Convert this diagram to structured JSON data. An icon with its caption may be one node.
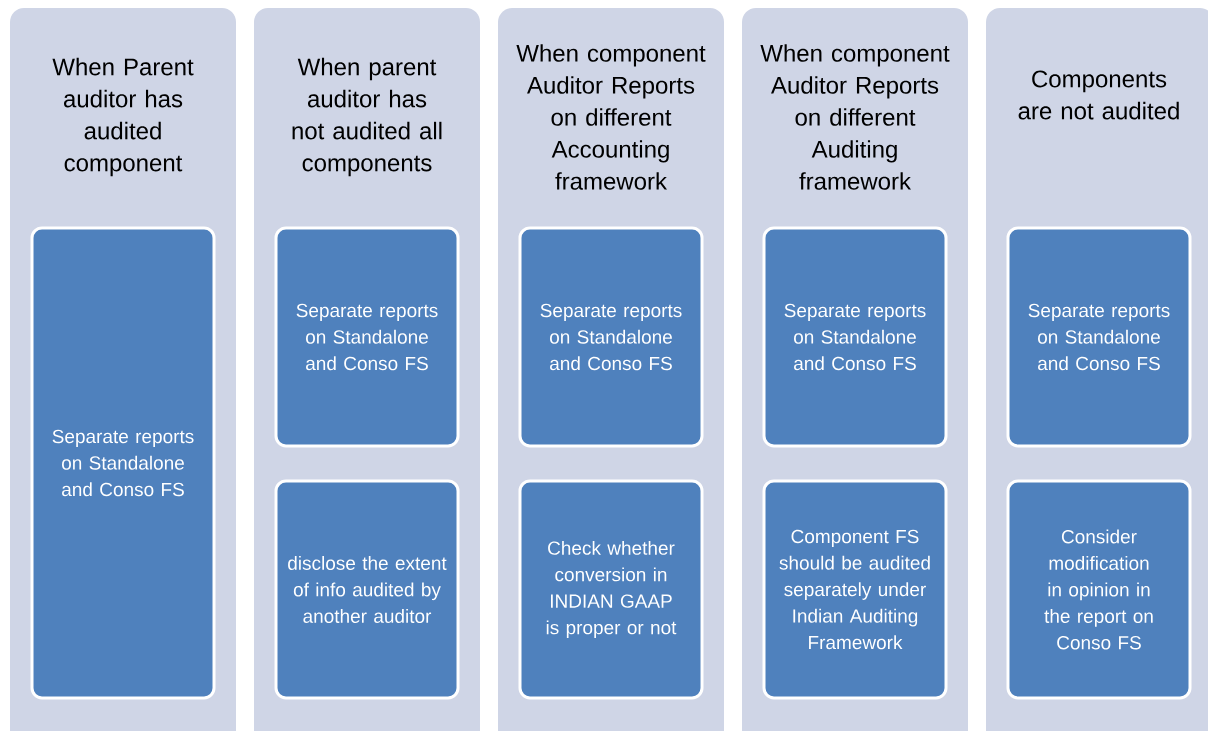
{
  "diagram": {
    "nodes": [
      {
        "text": [
          "When Parent auditor has audited component"
        ]
      },
      {
        "text": [
          "Separate reports on Standalone and Conso FS"
        ],
        "in": 0
      },
      {
        "text": [
          "When parent auditor has not audited all components"
        ]
      },
      {
        "text": [
          "Separate reports on Standalone and Conso FS"
        ],
        "in": 2
      },
      {
        "text": [
          "disclose the extent of info audited by another auditor"
        ],
        "in": 2
      },
      {
        "text": [
          "When component Auditor Reports on different Accounting framework"
        ]
      },
      {
        "text": [
          "Separate reports on Standalone and Conso FS"
        ],
        "in": 5
      },
      {
        "text": [
          "Check whether conversion in INDIAN GAAP is proper or not"
        ],
        "in": 5
      },
      {
        "text": [
          "When component Auditor Reports on different Auditing framework"
        ]
      },
      {
        "text": [
          "Separate reports on Standalone and Conso FS"
        ],
        "in": 8
      },
      {
        "text": [
          "Component FS should be audited separately under Indian Auditing Framework"
        ],
        "in": 8
      },
      {
        "text": [
          "Components are not audited"
        ]
      },
      {
        "text": [
          "Separate reports on Standalone and Conso FS"
        ],
        "in": 11
      },
      {
        "text": [
          "Consider modification in opinion in the report on Conso FS"
        ],
        "in": 11
      }
    ]
  }
}
